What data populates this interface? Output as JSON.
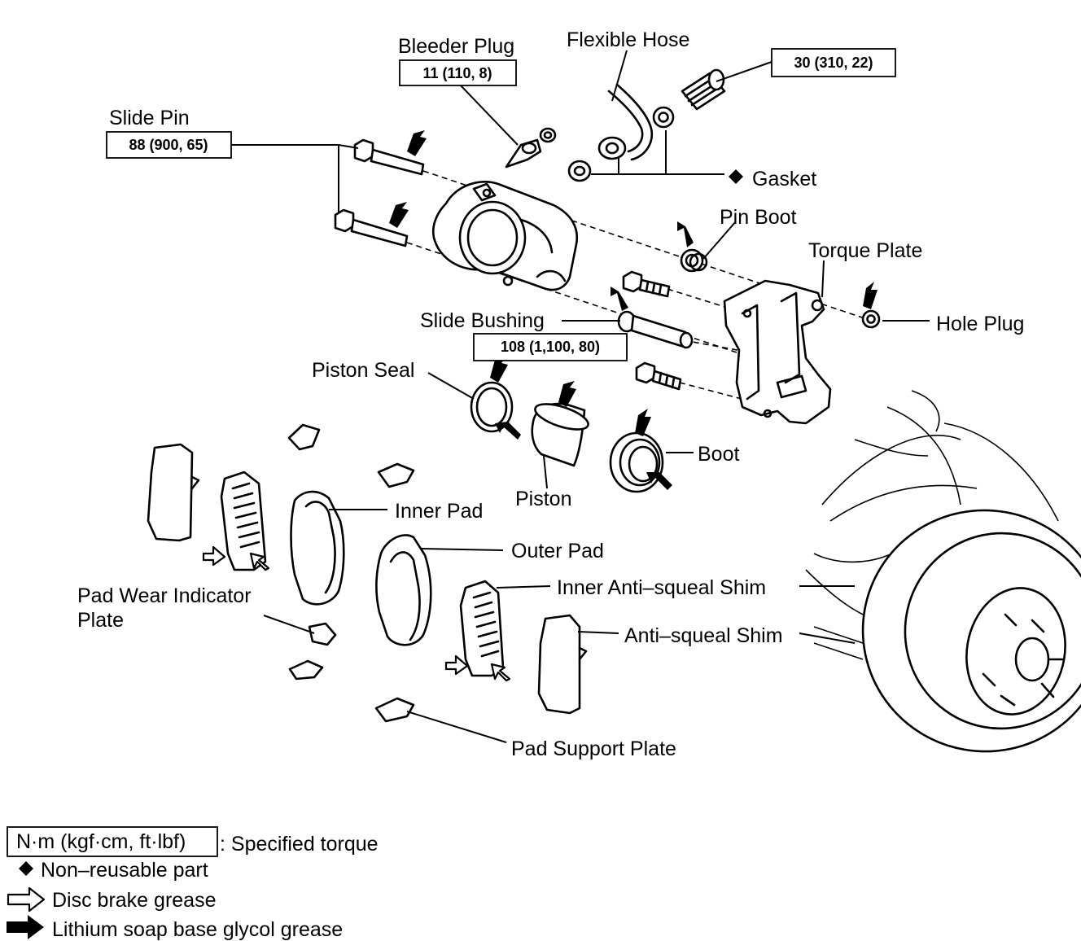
{
  "labels": {
    "bleeder_plug": "Bleeder Plug",
    "flexible_hose": "Flexible Hose",
    "slide_pin": "Slide Pin",
    "gasket": "Gasket",
    "pin_boot": "Pin Boot",
    "torque_plate": "Torque Plate",
    "hole_plug": "Hole Plug",
    "slide_bushing": "Slide Bushing",
    "piston_seal": "Piston Seal",
    "boot": "Boot",
    "piston": "Piston",
    "inner_pad": "Inner Pad",
    "outer_pad": "Outer Pad",
    "inner_anti_squeal_shim": "Inner Anti–squeal Shim",
    "anti_squeal_shim": "Anti–squeal Shim",
    "pad_wear_indicator_plate_line1": "Pad Wear Indicator",
    "pad_wear_indicator_plate_line2": "Plate",
    "pad_support_plate": "Pad Support Plate"
  },
  "torques": {
    "bleeder_plug": "11 (110, 8)",
    "flexible_hose_bolt": "30 (310, 22)",
    "slide_pin": "88 (900, 65)",
    "torque_plate_bolt": "108 (1,100, 80)"
  },
  "legend": {
    "torque_units": "N·m (kgf·cm, ft·lbf)",
    "torque_desc": ": Specified torque",
    "non_reusable": "Non–reusable part",
    "disc_brake_grease": "Disc brake grease",
    "lithium_grease": "Lithium soap base glycol grease"
  },
  "icons": {
    "diamond": "diamond-icon",
    "hollow_arrow": "hollow-arrow-icon",
    "solid_arrow": "solid-arrow-icon"
  },
  "colors": {
    "ink": "#000000",
    "paper": "#ffffff"
  }
}
